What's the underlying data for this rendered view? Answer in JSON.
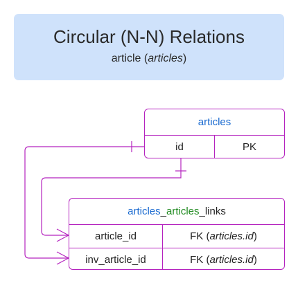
{
  "title": {
    "main": "Circular (N-N) Relations",
    "sub_prefix": "article (",
    "sub_italic": "articles",
    "sub_suffix": ")"
  },
  "entities": {
    "articles": {
      "name": "articles",
      "rows": [
        {
          "field": "id",
          "key": "PK"
        }
      ]
    },
    "links": {
      "name_part1": "articles",
      "name_sep1": "_",
      "name_part2": "articles",
      "name_sep2": "_",
      "name_part3": "links",
      "rows": [
        {
          "field": "article_id",
          "key_prefix": "FK (",
          "key_italic": "articles.id",
          "key_suffix": ")"
        },
        {
          "field": "inv_article_id",
          "key_prefix": "FK (",
          "key_italic": "articles.id",
          "key_suffix": ")"
        }
      ]
    }
  },
  "colors": {
    "title_panel": "#cfe2fb",
    "border": "#b523bf",
    "entity_blue": "#1a6ad0",
    "entity_green": "#1f8a1f"
  }
}
